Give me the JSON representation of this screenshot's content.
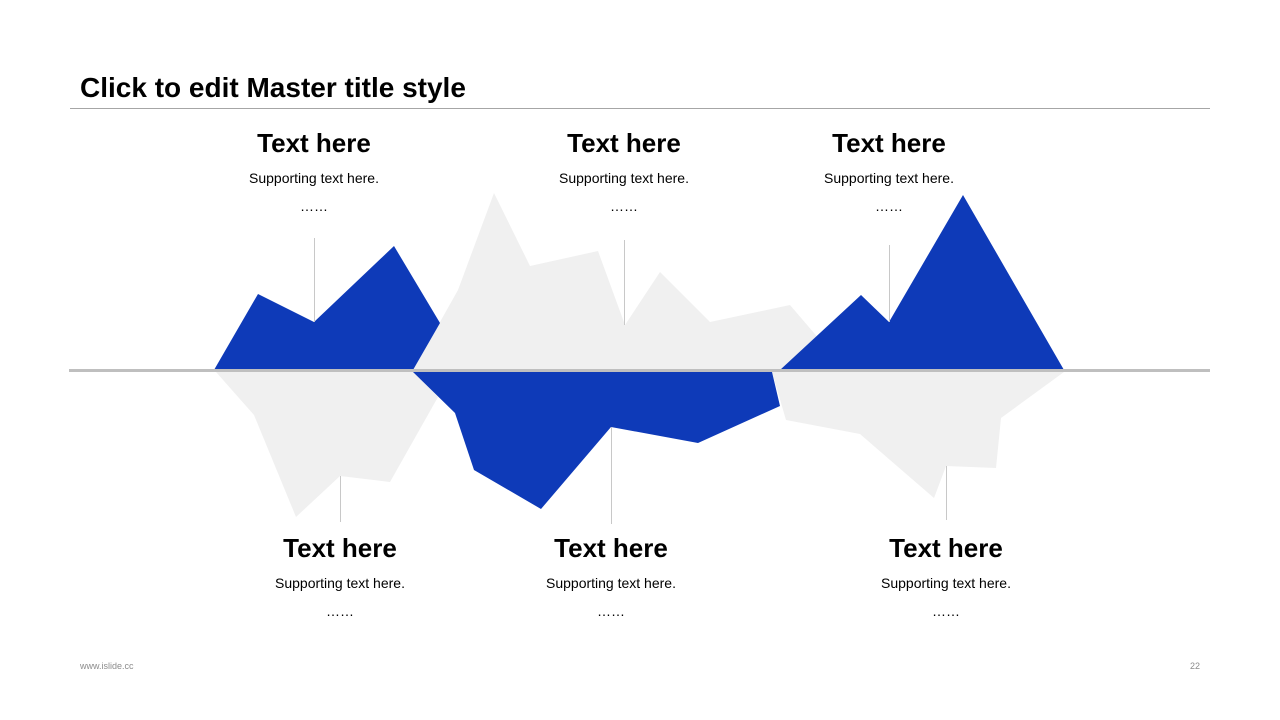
{
  "slide": {
    "title": "Click to edit Master title style",
    "footer": "www.islide.cc",
    "page_number": "22"
  },
  "colors": {
    "accent": "#0e3ab8",
    "muted": "#f0f0f0",
    "baseline": "#bfbfbf",
    "rule": "#a6a6a6"
  },
  "labels": [
    {
      "heading": "Text here",
      "support": "Supporting text here.",
      "dots": "……"
    },
    {
      "heading": "Text here",
      "support": "Supporting text here.",
      "dots": "……"
    },
    {
      "heading": "Text here",
      "support": "Supporting text here.",
      "dots": "……"
    },
    {
      "heading": "Text here",
      "support": "Supporting text here.",
      "dots": "……"
    },
    {
      "heading": "Text here",
      "support": "Supporting text here.",
      "dots": "……"
    },
    {
      "heading": "Text here",
      "support": "Supporting text here.",
      "dots": "……"
    }
  ]
}
